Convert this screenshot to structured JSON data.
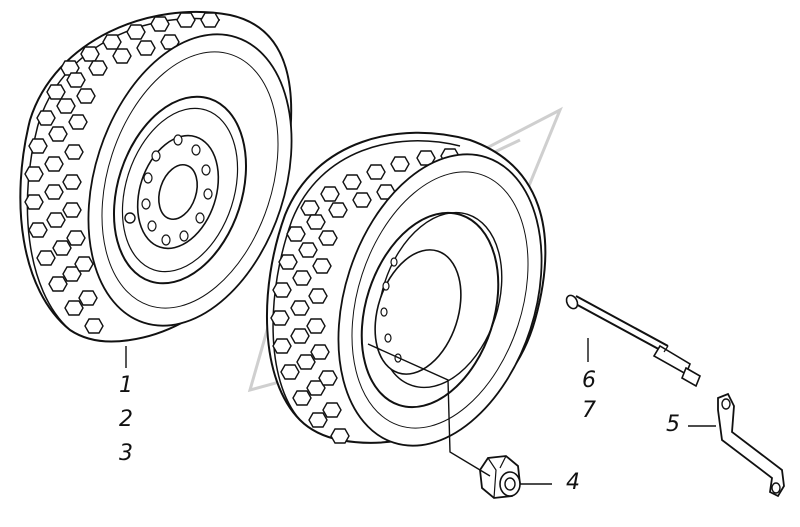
{
  "diagram": {
    "type": "exploded parts drawing",
    "background": "#ffffff",
    "line_color": "#111111",
    "watermark_color": "#cccccc"
  },
  "callouts": {
    "c1": "1",
    "c2": "2",
    "c3": "3",
    "c4": "4",
    "c5": "5",
    "c6": "6",
    "c7": "7"
  },
  "parts": [
    {
      "callout": "1",
      "icon": "wheel-with-tire-icon"
    },
    {
      "callout": "2",
      "icon": "wheel-with-tire-icon"
    },
    {
      "callout": "3",
      "icon": "wheel-with-tire-icon"
    },
    {
      "callout": "4",
      "icon": "wheel-nut-icon"
    },
    {
      "callout": "5",
      "icon": "bracket-icon"
    },
    {
      "callout": "6",
      "icon": "valve-extension-icon"
    },
    {
      "callout": "7",
      "icon": "valve-extension-icon"
    }
  ]
}
